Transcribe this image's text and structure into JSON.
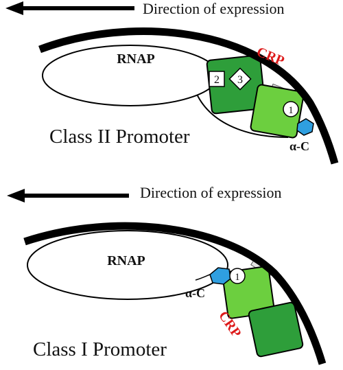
{
  "colors": {
    "dna": "#000000",
    "rnap_fill": "#ffffff",
    "crp_dark": "#2e9e3a",
    "crp_light": "#6ccf3f",
    "alpha_ctd": "#2f9fe0",
    "crp_label": "#dd1a1a",
    "gray_bar": "#e2e2e2"
  },
  "class2": {
    "direction_label": "Direction of expression",
    "rnap_label": "RNAP",
    "crp_label": "CRP",
    "box2_label": "2",
    "box3_label": "3",
    "circle1_label": "1",
    "alpha_label": "α-C",
    "title": "Class II Promoter"
  },
  "class1": {
    "direction_label": "Direction of expression",
    "rnap_label": "RNAP",
    "crp_label": "CRP",
    "circle1_label": "1",
    "alpha_label": "α-C",
    "title": "Class I Promoter"
  }
}
